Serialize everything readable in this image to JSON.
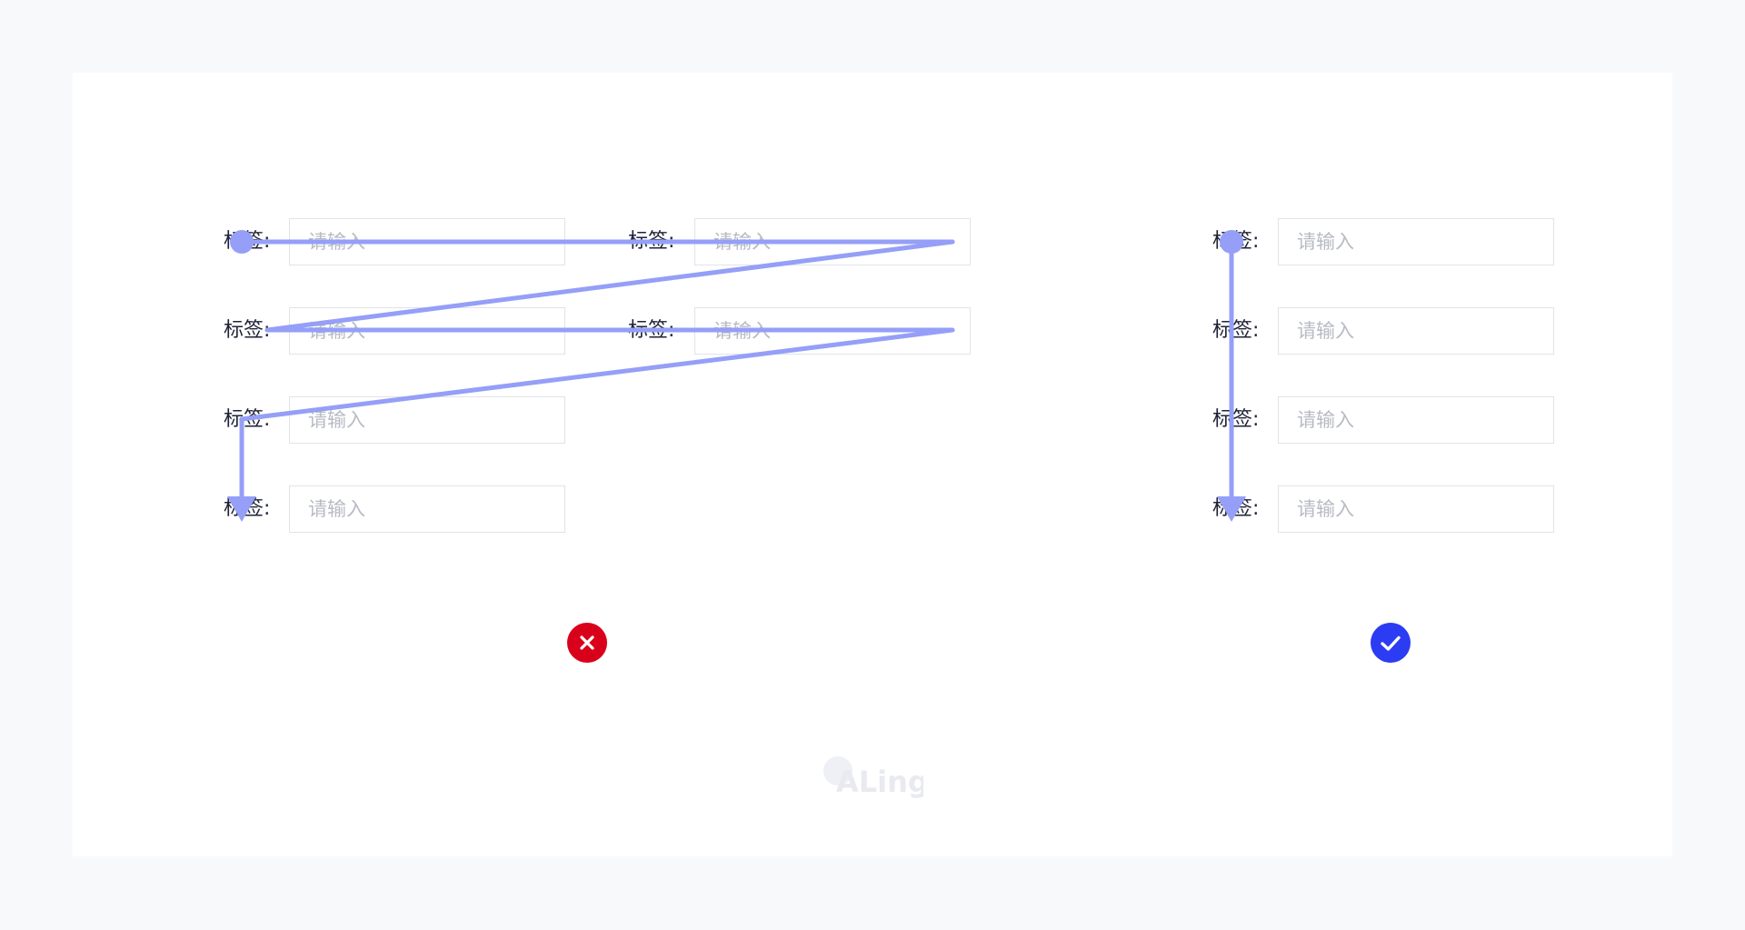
{
  "form": {
    "label": "标签:",
    "placeholder": "请输入"
  },
  "examples": {
    "wrong": {
      "label": "wrong-example",
      "icon": "close-icon",
      "color": "#d9001b"
    },
    "correct": {
      "label": "correct-example",
      "icon": "check-icon",
      "color": "#2c3cf2"
    }
  },
  "flow_line_color": "#959ff7",
  "watermark": "ALing"
}
